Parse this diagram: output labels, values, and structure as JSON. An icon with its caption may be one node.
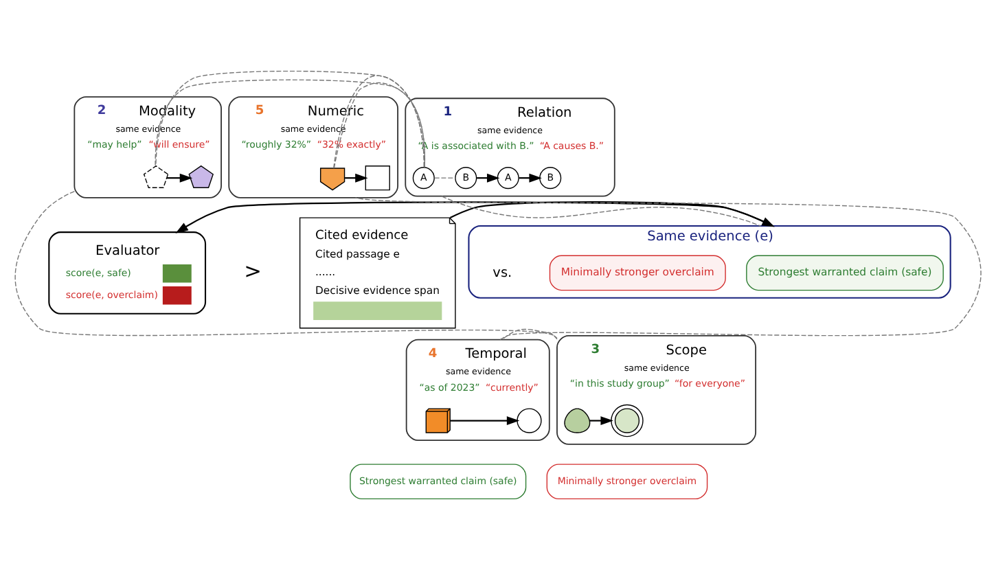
{
  "diagram": {
    "nodes": [
      {
        "text": [
          "Cited evidence",
          "Cited passage e",
          "......",
          "Decisive evidence span"
        ]
      },
      {
        "text": [
          "5",
          "Numeric",
          "same evidence",
          "“roughly 32%”",
          "“32% exactly”"
        ]
      },
      {
        "text": [],
        "shape": "gauge",
        "in": 1
      },
      {
        "text": [],
        "shape": "ruler",
        "in": 1
      },
      {
        "text": [
          "1",
          "Relation",
          "same evidence",
          "“A is associated with B.”",
          "“A causes B.”"
        ]
      },
      {
        "text": [
          "A"
        ],
        "in": 4
      },
      {
        "text": [
          "B"
        ],
        "in": 4
      },
      {
        "text": [
          "A"
        ],
        "in": 4
      },
      {
        "text": [
          "B"
        ],
        "in": 4
      },
      {
        "text": [
          "2",
          "Modality",
          "same evidence",
          "“may help”",
          "“will ensure”"
        ]
      },
      {
        "text": [],
        "shape": "shield",
        "in": 9
      },
      {
        "text": [],
        "shape": "shield",
        "in": 9
      },
      {
        "text": [
          "Same evidence (e)"
        ]
      },
      {
        "text": [
          "Strongest warranted claim (safe)"
        ],
        "in": 12
      },
      {
        "text": [
          "Minimally stronger overclaim"
        ],
        "in": 12
      },
      {
        "text": [
          "Evaluator",
          "score(e, safe)",
          "score(e, overclaim)"
        ]
      },
      {
        "text": [
          "4",
          "Temporal",
          "same evidence",
          "“as of 2023”",
          "“currently”"
        ]
      },
      {
        "text": [],
        "shape": "calendar",
        "in": 16
      },
      {
        "text": [],
        "shape": "clock",
        "in": 16
      },
      {
        "text": [
          "3",
          "Scope",
          "same evidence",
          "“in this study group”",
          "“for everyone”"
        ]
      },
      {
        "text": [],
        "shape": "person",
        "in": 19
      },
      {
        "text": [],
        "shape": "globe",
        "in": 19
      }
    ],
    "edges": [
      {
        "from": 0,
        "to": 12,
        "arrow": "to"
      },
      {
        "from": 12,
        "to": 15,
        "arrow": "to"
      },
      {
        "from": 1,
        "to": 4,
        "arrow": "none",
        "style": "dashed",
        "color": "#777777"
      },
      {
        "from": 4,
        "to": 9,
        "arrow": "none",
        "style": "dashed",
        "color": "#777777"
      },
      {
        "from": 4,
        "to": 12,
        "arrow": "none",
        "style": "dashed",
        "color": "#777777"
      },
      {
        "from": 9,
        "to": 19,
        "arrow": "none",
        "style": "dashed",
        "color": "#777777"
      },
      {
        "from": 19,
        "to": 16,
        "arrow": "none",
        "style": "dashed",
        "color": "#777777"
      },
      {
        "from": 16,
        "to": 1,
        "arrow": "none",
        "style": "dashed",
        "color": "#777777"
      },
      {
        "from": 2,
        "to": 3,
        "arrow": "to"
      },
      {
        "from": 5,
        "to": 6,
        "arrow": "none",
        "style": "dashed",
        "color": "#777777"
      },
      {
        "from": 6,
        "to": 7,
        "arrow": "to"
      },
      {
        "from": 7,
        "to": 8,
        "arrow": "to"
      },
      {
        "from": 10,
        "to": 11,
        "arrow": "to"
      },
      {
        "from": 17,
        "to": 18,
        "arrow": "to"
      },
      {
        "from": 20,
        "to": 21,
        "arrow": "to"
      }
    ],
    "labels": [
      "vs.",
      ">"
    ],
    "legend": [
      {
        "text": "Strongest warranted claim (safe)"
      },
      {
        "text": "Minimally stronger overclaim"
      }
    ]
  }
}
